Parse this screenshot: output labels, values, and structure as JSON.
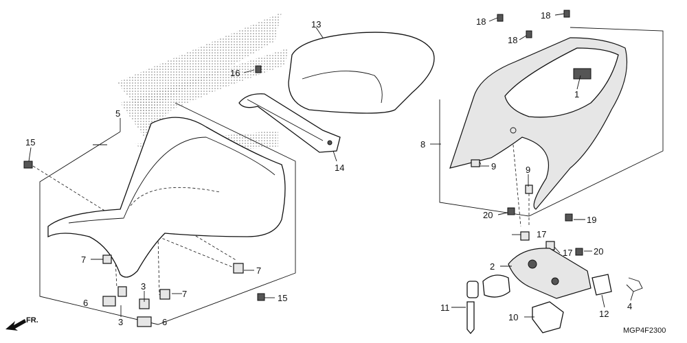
{
  "diagram": {
    "code": "MGP4F2300",
    "direction_marker": "FR.",
    "callouts": {
      "c1": "1",
      "c2": "2",
      "c3a": "3",
      "c3b": "3",
      "c4": "4",
      "c5": "5",
      "c6a": "6",
      "c6b": "6",
      "c7a": "7",
      "c7b": "7",
      "c7c": "7",
      "c8": "8",
      "c9a": "9",
      "c9b": "9",
      "c10": "10",
      "c11": "11",
      "c12": "12",
      "c13": "13",
      "c14": "14",
      "c15a": "15",
      "c15b": "15",
      "c16": "16",
      "c17a": "17",
      "c17b": "17",
      "c18a": "18",
      "c18b": "18",
      "c18c": "18",
      "c19": "19",
      "c20a": "20",
      "c20b": "20"
    }
  }
}
